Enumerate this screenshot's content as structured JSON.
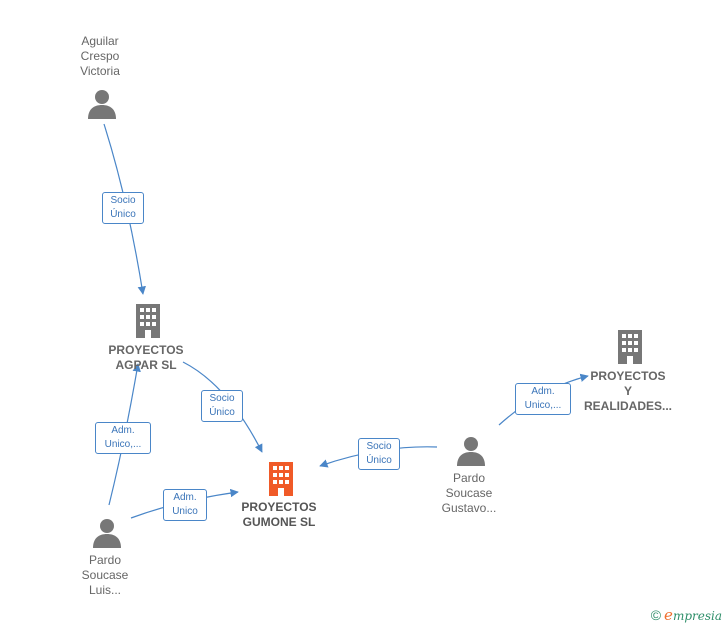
{
  "colors": {
    "edge": "#4a86c8",
    "person_icon": "#777777",
    "company_icon": "#777777",
    "main_company_icon": "#f05a28"
  },
  "nodes": {
    "aguilar": {
      "icon": "person-icon",
      "lines": [
        "Aguilar",
        "Crespo",
        "Victoria"
      ]
    },
    "agpar": {
      "icon": "building-icon",
      "lines": [
        "PROYECTOS",
        "AGPAR SL"
      ]
    },
    "gumone": {
      "icon": "building-icon",
      "lines": [
        "PROYECTOS",
        "GUMONE SL"
      ]
    },
    "realidades": {
      "icon": "building-icon",
      "lines": [
        "PROYECTOS",
        "Y",
        "REALIDADES..."
      ]
    },
    "luis": {
      "icon": "person-icon",
      "lines": [
        "Pardo",
        "Soucase",
        "Luis..."
      ]
    },
    "gustavo": {
      "icon": "person-icon",
      "lines": [
        "Pardo",
        "Soucase",
        "Gustavo..."
      ]
    }
  },
  "edges": [
    {
      "from": "aguilar",
      "to": "agpar",
      "lines": [
        "Socio",
        "Único"
      ]
    },
    {
      "from": "agpar",
      "to": "gumone",
      "lines": [
        "Socio",
        "Único"
      ]
    },
    {
      "from": "luis",
      "to": "agpar",
      "lines": [
        "Adm.",
        "Unico,..."
      ]
    },
    {
      "from": "luis",
      "to": "gumone",
      "lines": [
        "Adm.",
        "Unico"
      ]
    },
    {
      "from": "gustavo",
      "to": "gumone",
      "lines": [
        "Socio",
        "Único"
      ]
    },
    {
      "from": "gustavo",
      "to": "realidades",
      "lines": [
        "Adm.",
        "Unico,..."
      ]
    }
  ],
  "brand": {
    "copyright": "©",
    "initial": "e",
    "rest": "mpresia"
  }
}
